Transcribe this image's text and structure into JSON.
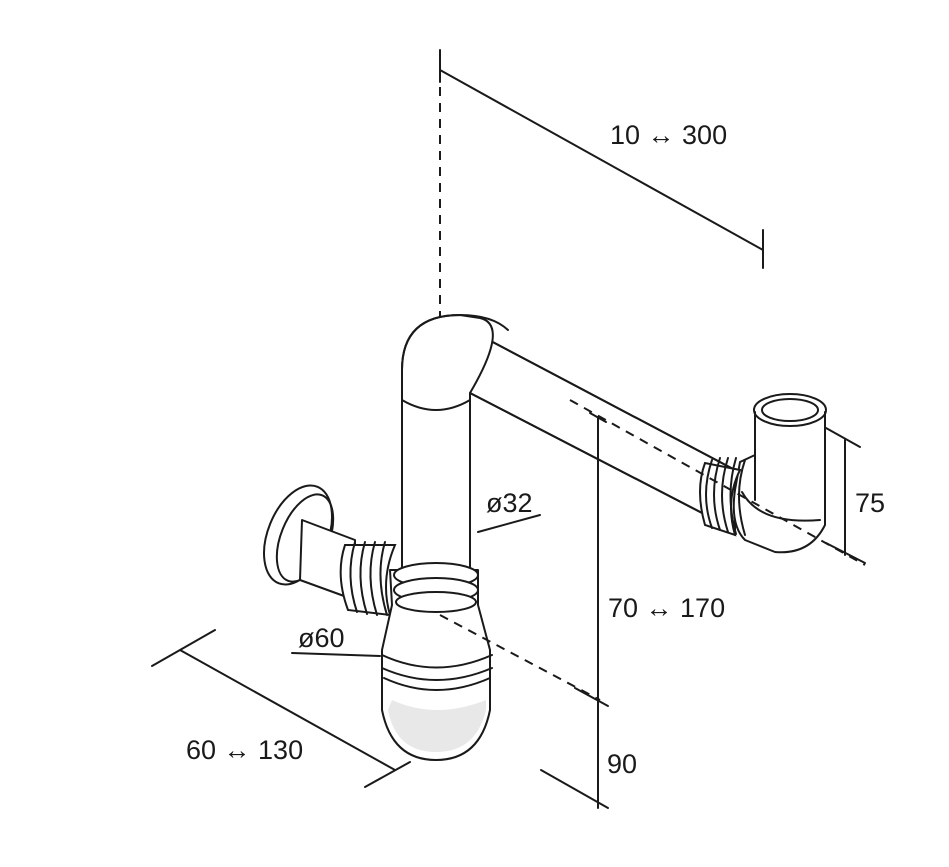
{
  "dimensions": {
    "top_range": "10 ↔ 300",
    "diameter_tube": "ø32",
    "diameter_bottle": "ø60",
    "middle_range": "70 ↔ 170",
    "outlet_height": "75",
    "bottom_height": "90",
    "left_range": "60 ↔ 130"
  },
  "colors": {
    "line": "#1a1a1a",
    "fill": "#ffffff",
    "shade": "#e8e8e8"
  }
}
